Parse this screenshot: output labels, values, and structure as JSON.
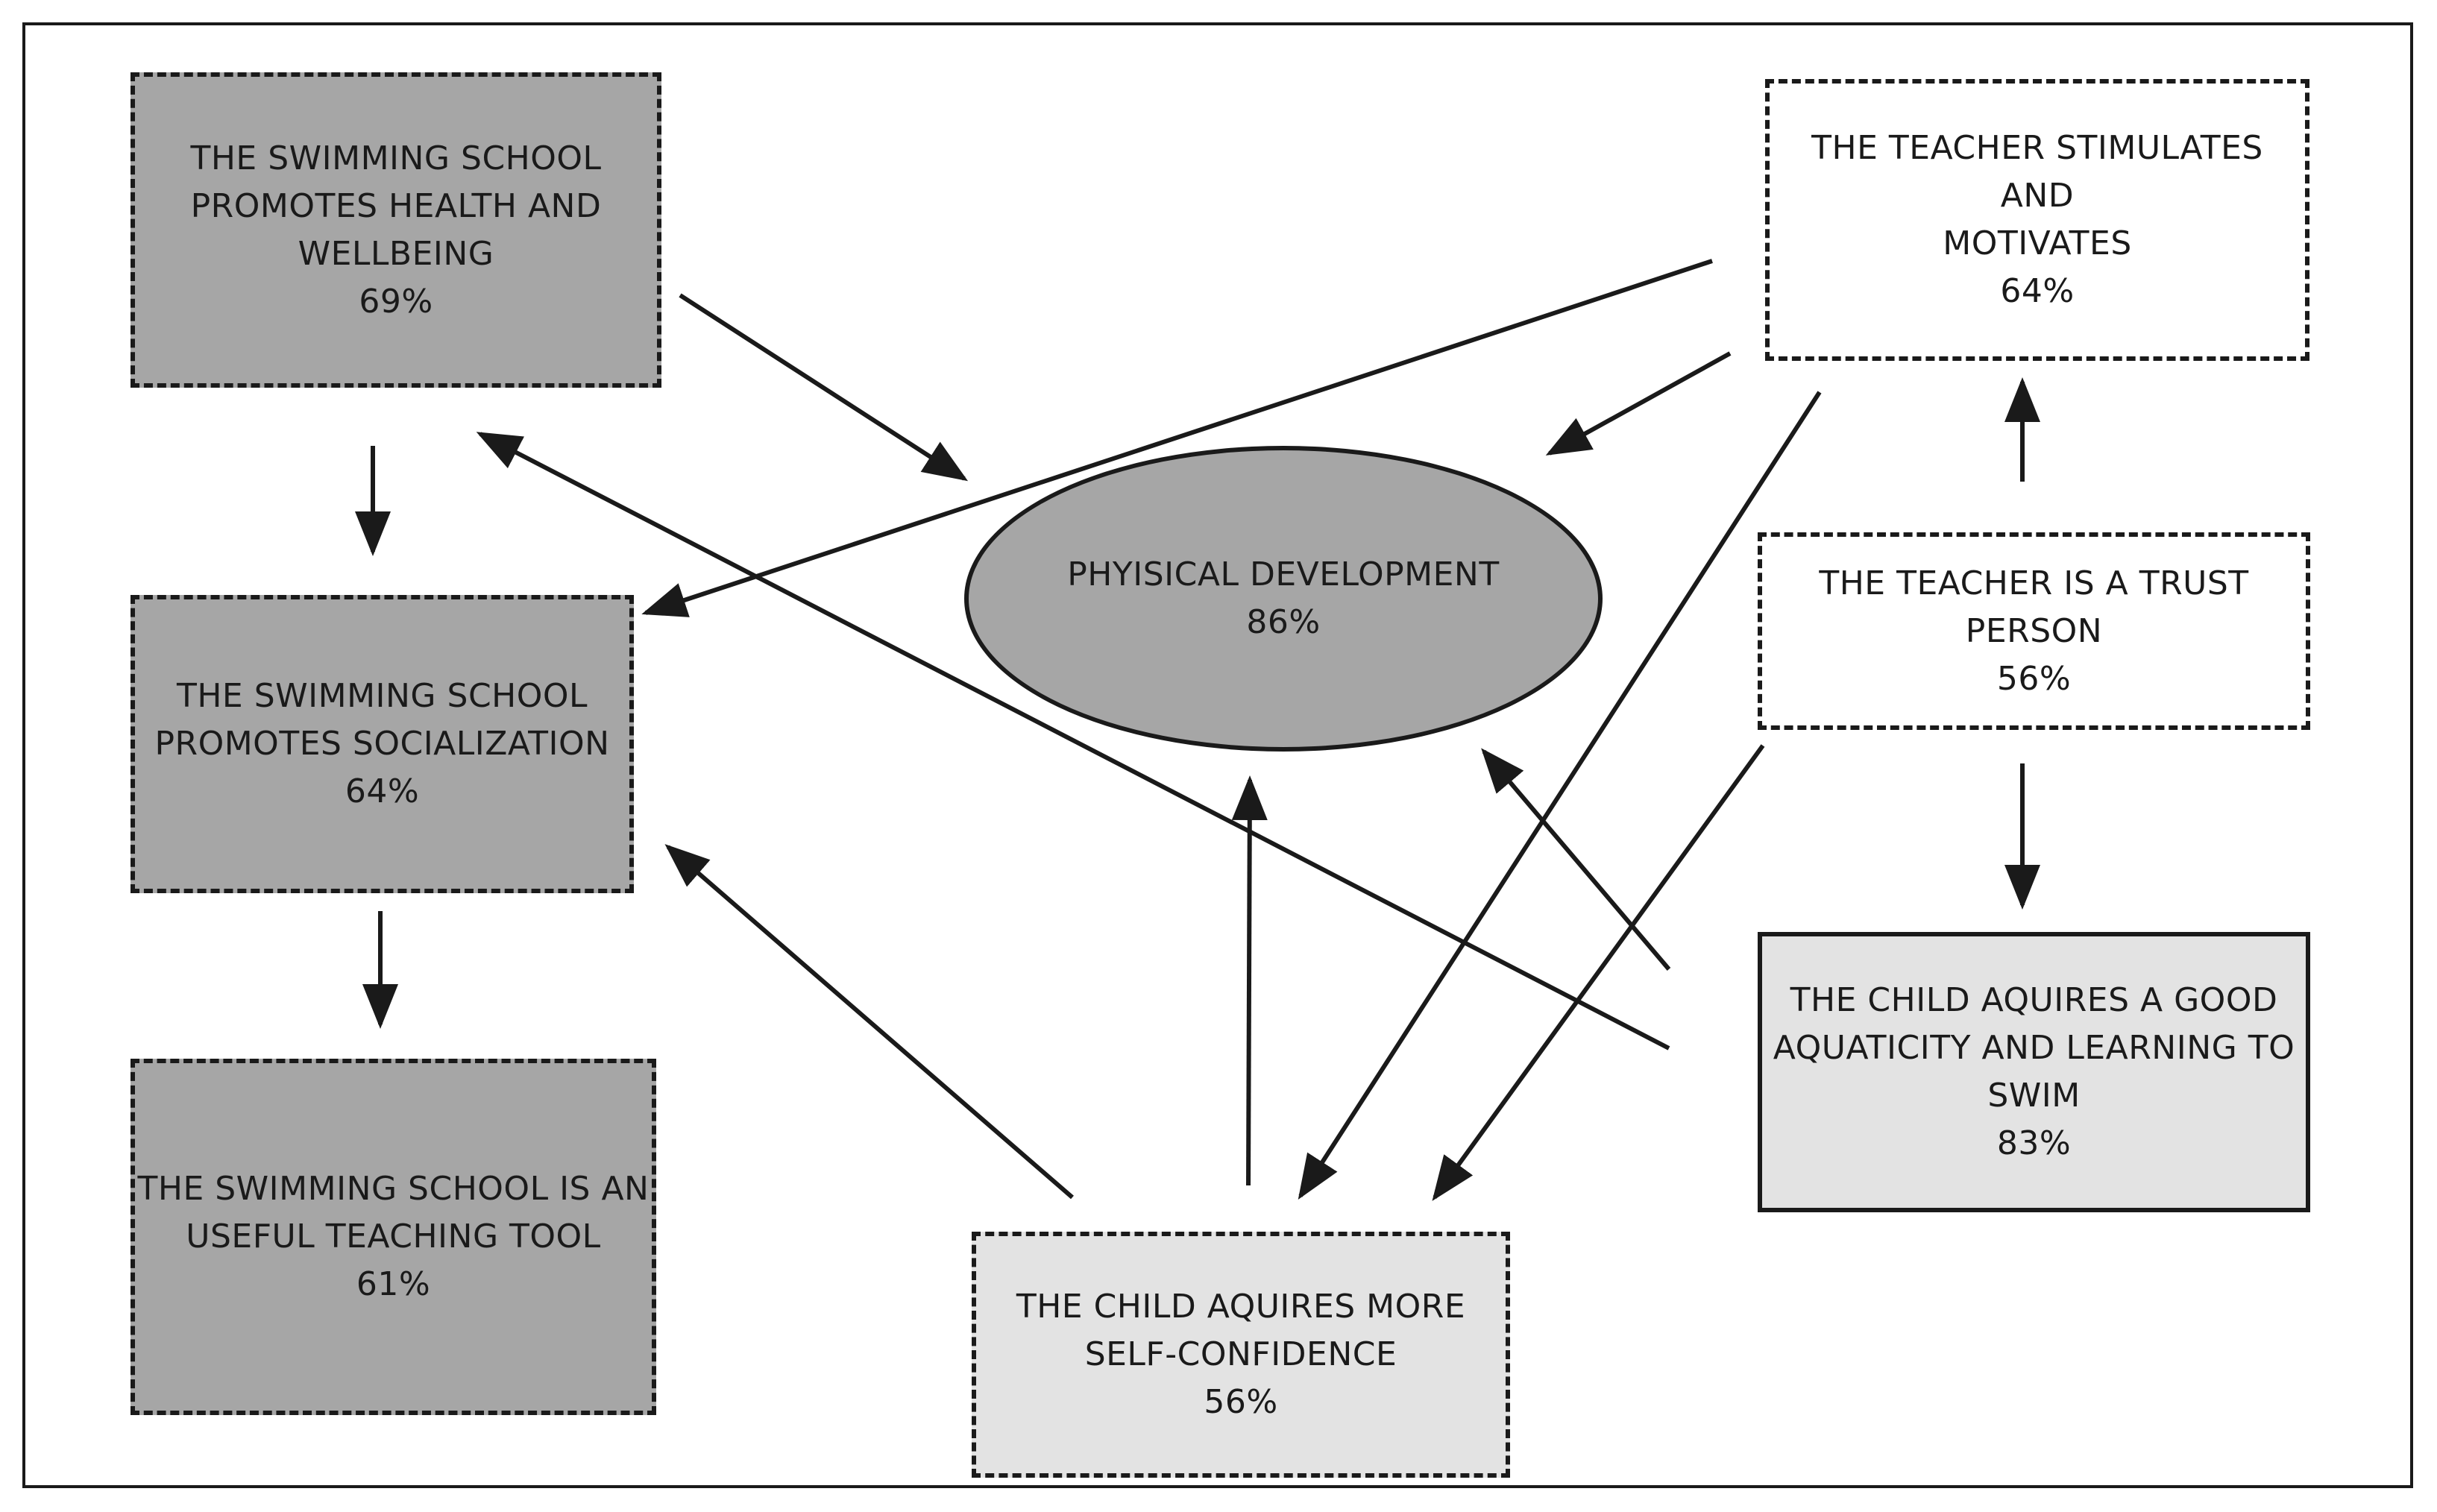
{
  "colors": {
    "dark": "#a6a6a6",
    "light": "#e3e3e3",
    "white": "#ffffff",
    "ink": "#1a1a1a"
  },
  "nodes": {
    "health": {
      "text": "THE SWIMMING SCHOOL\nPROMOTES HEALTH AND\nWELLBEING",
      "pct": "69%"
    },
    "social": {
      "text": "THE SWIMMING SCHOOL\nPROMOTES SOCIALIZATION",
      "pct": "64%"
    },
    "tool": {
      "text": "THE SWIMMING SCHOOL IS AN\nUSEFUL TEACHING TOOL",
      "pct": "61%"
    },
    "physical": {
      "text": "PHYISICAL DEVELOPMENT",
      "pct": "86%"
    },
    "stimulates": {
      "text": "THE TEACHER STIMULATES AND\nMOTIVATES",
      "pct": "64%"
    },
    "trust": {
      "text": "THE TEACHER IS A TRUST\nPERSON",
      "pct": "56%"
    },
    "aquaticity": {
      "text": "THE CHILD AQUIRES A GOOD\nAQUATICITY AND LEARNING TO\nSWIM",
      "pct": "83%"
    },
    "confidence": {
      "text": "THE CHILD AQUIRES MORE\nSELF-CONFIDENCE",
      "pct": "56%"
    }
  },
  "edges": [
    {
      "from": "health",
      "to": "physical"
    },
    {
      "from": "health",
      "to": "social"
    },
    {
      "from": "social",
      "to": "tool"
    },
    {
      "from": "stimulates",
      "to": "social"
    },
    {
      "from": "stimulates",
      "to": "physical"
    },
    {
      "from": "stimulates",
      "to": "confidence"
    },
    {
      "from": "trust",
      "to": "stimulates"
    },
    {
      "from": "trust",
      "to": "aquaticity"
    },
    {
      "from": "trust",
      "to": "confidence"
    },
    {
      "from": "aquaticity",
      "to": "health"
    },
    {
      "from": "aquaticity",
      "to": "physical"
    },
    {
      "from": "confidence",
      "to": "physical"
    },
    {
      "from": "confidence",
      "to": "social"
    }
  ]
}
